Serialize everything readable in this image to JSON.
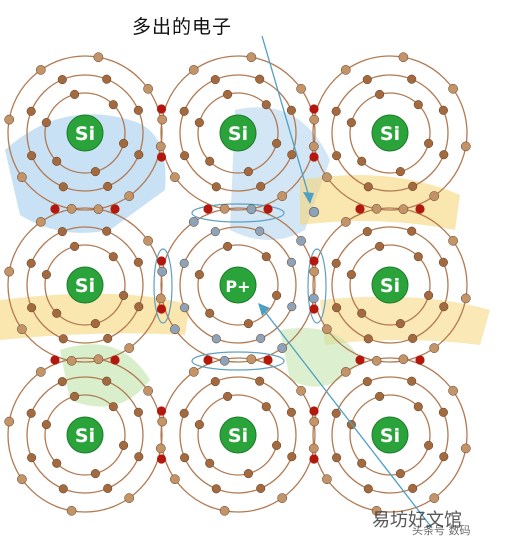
{
  "callout_label": "多出的电子",
  "watermark_text": "易坊好文馆",
  "watermark_sub": "头条号 数码",
  "atoms": [
    {
      "symbol": "Si"
    },
    {
      "symbol": "Si"
    },
    {
      "symbol": "Si"
    },
    {
      "symbol": "Si"
    },
    {
      "symbol": "P+"
    },
    {
      "symbol": "Si"
    },
    {
      "symbol": "Si"
    },
    {
      "symbol": "Si"
    },
    {
      "symbol": "Si"
    }
  ],
  "colors": {
    "nucleus": "#2aa43a",
    "nucleus_text": "#ffffff",
    "orbit": "#b27a52",
    "inner_electron": "#a36a3f",
    "outer_electron": "#c49469",
    "bond_electron": "#b3180e",
    "p_electron": "#8ea2b8",
    "extra_electron": "#8ea2b8",
    "bond_ellipse": "#5ea0c0",
    "arrow": "#4f9fc4",
    "wm_blue": "#9cc8ec",
    "wm_yellow": "#f6d57a",
    "wm_green": "#b9e2a0"
  }
}
